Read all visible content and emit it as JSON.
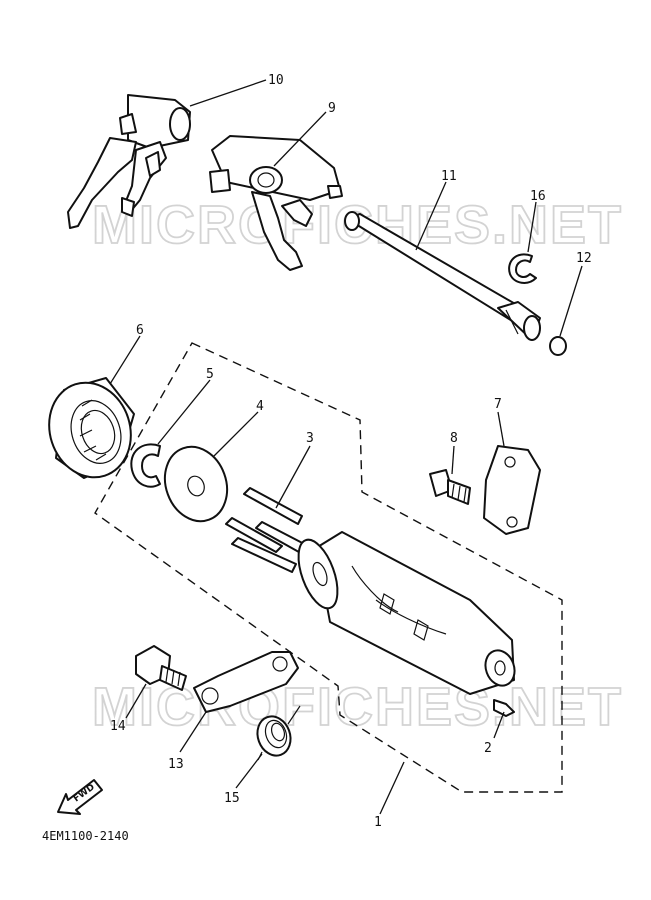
{
  "labels": {
    "p1": "1",
    "p2": "2",
    "p3": "3",
    "p4": "4",
    "p5": "5",
    "p6": "6",
    "p7": "7",
    "p8": "8",
    "p9": "9",
    "p10": "10",
    "p11": "11",
    "p12": "12",
    "p13": "13",
    "p14": "14",
    "p15": "15",
    "p16": "16"
  },
  "watermark": "MICROFICHES.NET",
  "diagram_code": "4EM1100-2140",
  "fwd_label": "FWD"
}
